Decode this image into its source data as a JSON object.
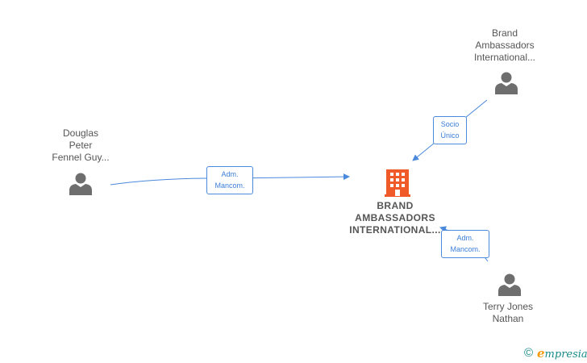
{
  "nodes": {
    "douglas": {
      "label_lines": [
        "Douglas",
        "Peter",
        "Fennel Guy..."
      ]
    },
    "brand_top": {
      "label_lines": [
        "Brand",
        "Ambassadors",
        "International..."
      ]
    },
    "terry": {
      "label_lines": [
        "Terry Jones",
        "Nathan"
      ]
    },
    "company": {
      "label_lines": [
        "BRAND",
        "AMBASSADORS",
        "INTERNATIONAL..."
      ]
    }
  },
  "edges": {
    "douglas_company": {
      "label_lines": [
        "Adm.",
        "Mancom."
      ]
    },
    "brand_company": {
      "label_lines": [
        "Socio",
        "Único"
      ]
    },
    "terry_company": {
      "label_lines": [
        "Adm.",
        "Mancom."
      ]
    }
  },
  "colors": {
    "edge": "#4a89dc",
    "person_icon": "#6e6e6e",
    "company_icon": "#f05a28",
    "brand": "#1a8a8a",
    "brand_accent": "#f39c12"
  },
  "footer": {
    "copyright_symbol": "©",
    "brand_initial": "e",
    "brand_rest": "mpresia"
  }
}
